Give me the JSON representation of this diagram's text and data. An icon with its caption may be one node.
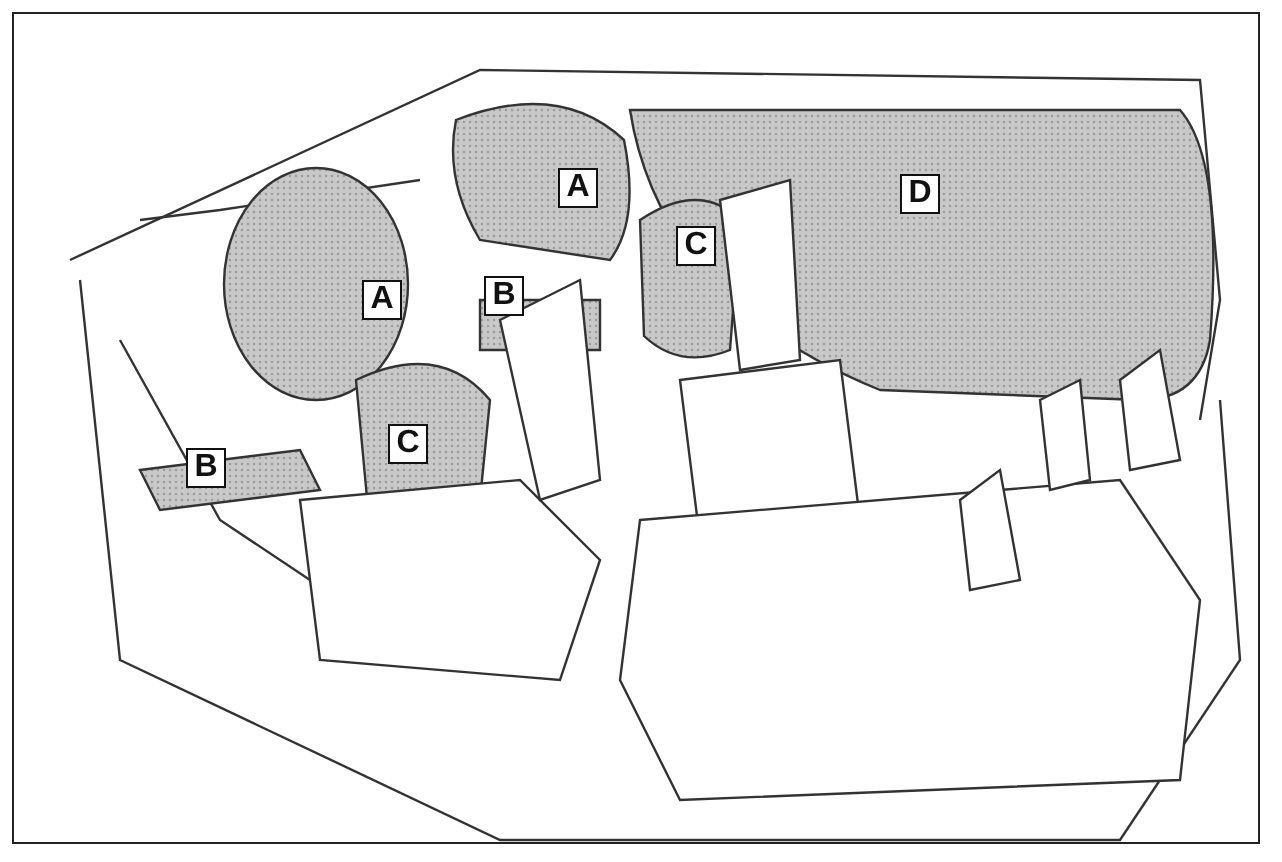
{
  "diagram": {
    "labels": [
      "A",
      "D",
      "C",
      "A",
      "B",
      "C",
      "B"
    ]
  }
}
